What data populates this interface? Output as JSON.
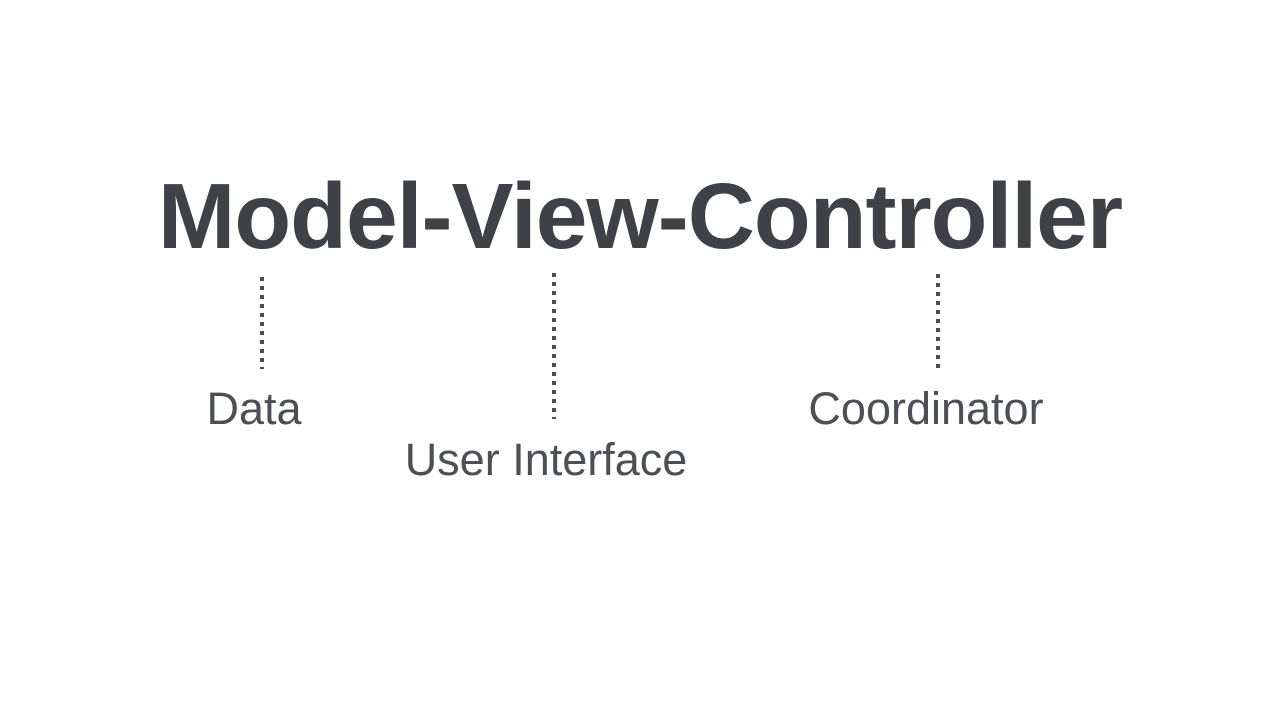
{
  "slide": {
    "title": "Model-View-Controller",
    "annotations": [
      {
        "term": "Model",
        "label": "Data"
      },
      {
        "term": "View",
        "label": "User Interface"
      },
      {
        "term": "Controller",
        "label": "Coordinator"
      }
    ],
    "colors": {
      "background": "#ffffff",
      "title_text": "#3e4247",
      "label_text": "#4c5055",
      "connector": "#4a4e53"
    }
  }
}
